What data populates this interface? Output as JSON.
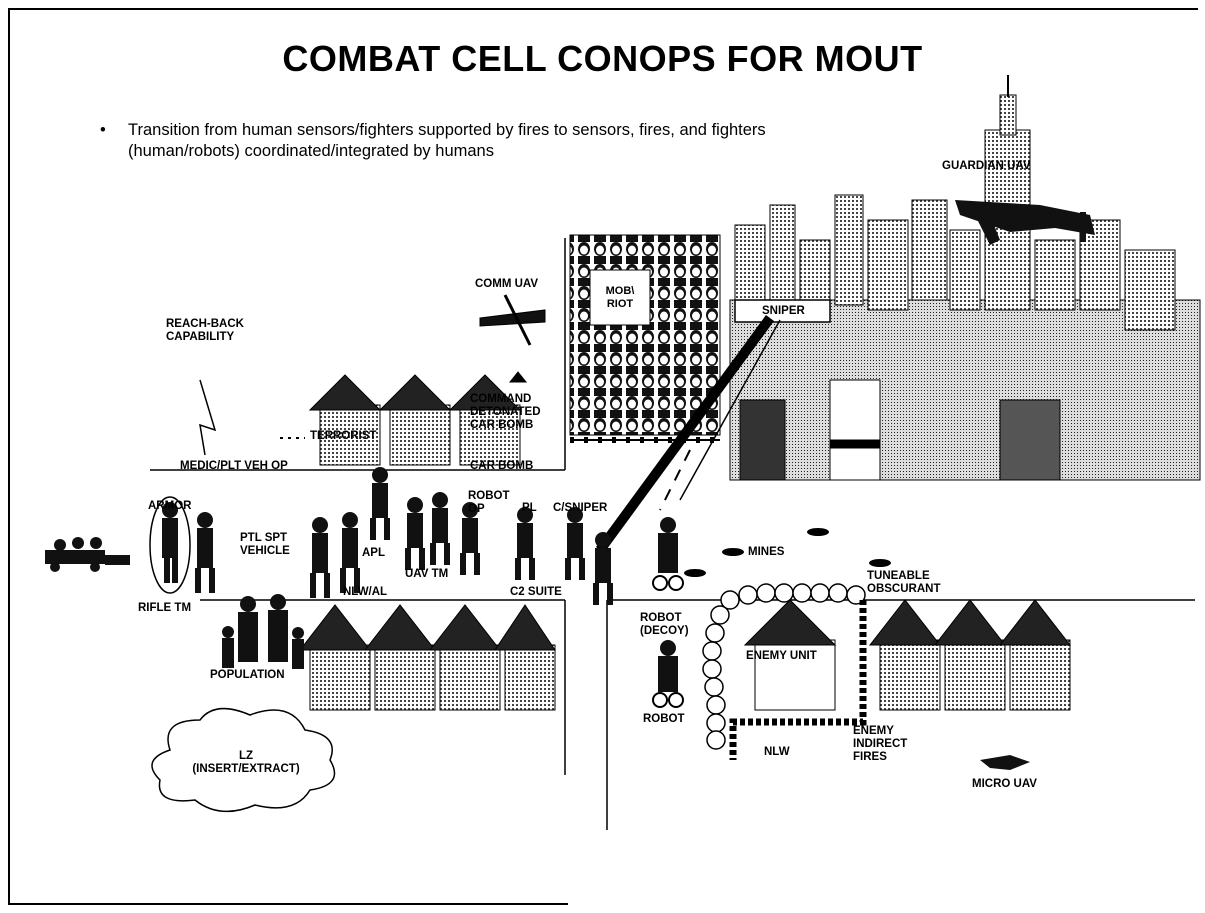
{
  "title": "COMBAT CELL CONOPS FOR MOUT",
  "bullet": {
    "symbol": "•",
    "text": "Transition from human sensors/fighters supported by fires to sensors, fires, and fighters (human/robots) coordinated/integrated by humans"
  },
  "labels": {
    "guardian_uav": "GUARDIAN UAV",
    "comm_uav": "COMM UAV",
    "mob_riot": "MOB\\\nRIOT",
    "sniper": "SNIPER",
    "reach_back": "REACH-BACK\nCAPABILITY",
    "command_detonated": "COMMAND\nDETONATED\nCAR BOMB",
    "terrorist": "TERRORIST",
    "medic": "MEDIC/PLT VEH OP",
    "car_bomb": "CAR BOMB",
    "armor": "ARMOR",
    "ptl_spt": "PTL SPT\nVEHICLE",
    "apl": "APL",
    "robot_op": "ROBOT\nOP",
    "pl": "PL",
    "c_sniper": "C/SNIPER",
    "uav_tm": "UAV TM",
    "nlw_al": "NLW/AL",
    "c2_suite": "C2 SUITE",
    "rifle_tm": "RIFLE TM",
    "population": "POPULATION",
    "mines": "MINES",
    "tuneable": "TUNEABLE\nOBSCURANT",
    "robot_decoy": "ROBOT\n(DECOY)",
    "enemy_unit": "ENEMY UNIT",
    "robot": "ROBOT",
    "nlw": "NLW",
    "enemy_fires": "ENEMY\nINDIRECT\nFIRES",
    "micro_uav": "MICRO UAV",
    "lz": "LZ\n(INSERT/EXTRACT)"
  }
}
